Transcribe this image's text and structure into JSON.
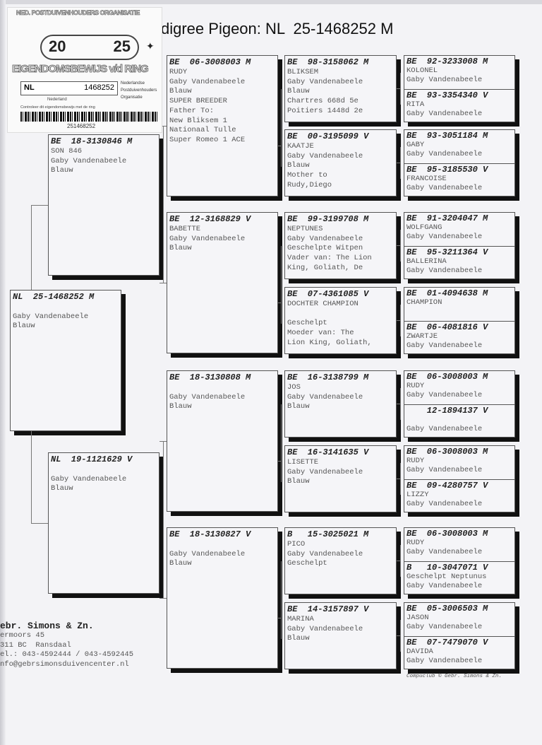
{
  "title": "digree Pigeon: NL  25-1468252 M",
  "sticker": {
    "org": "NED. POSTDUIVENHOUDERS ORGANISATIE",
    "year_left": "20",
    "year_right": "25",
    "heading": "EIGENDOMSBEWIJS v/d RING",
    "country": "NL",
    "ring_number": "1468252",
    "land": "Nederland",
    "npo": [
      "Nederlandse",
      "Postduivenhouders",
      "Organisatie"
    ],
    "control_text": "Controleer dit eigendomsbewijs met de ring",
    "barcode_number": "251468252"
  },
  "subject": {
    "hdr": "NL  25-1468252 M",
    "lines": [
      "",
      "Gaby Vandenabeele",
      "Blauw"
    ]
  },
  "parents": [
    {
      "hdr": "BE  18-3130846 M",
      "lines": [
        "SON 846",
        "Gaby Vandenabeele",
        "Blauw"
      ]
    },
    {
      "hdr": "NL  19-1121629 V",
      "lines": [
        "",
        "Gaby Vandenabeele",
        "Blauw"
      ]
    }
  ],
  "grandparents": [
    {
      "hdr": "BE  06-3008003 M",
      "lines": [
        "RUDY",
        "Gaby Vandenabeele",
        "Blauw",
        "SUPER BREEDER",
        "Father To:",
        "New Bliksem 1",
        "Nationaal Tulle",
        "Super Romeo 1 ACE"
      ]
    },
    {
      "hdr": "BE  12-3168829 V",
      "lines": [
        "BABETTE",
        "Gaby Vandenabeele",
        "Blauw"
      ]
    },
    {
      "hdr": "BE  18-3130808 M",
      "lines": [
        "",
        "Gaby Vandenabeele",
        "Blauw"
      ]
    },
    {
      "hdr": "BE  18-3130827 V",
      "lines": [
        "",
        "Gaby Vandenabeele",
        "Blauw"
      ]
    }
  ],
  "great_grandparents": [
    {
      "hdr": "BE  98-3158062 M",
      "lines": [
        "BLIKSEM",
        "Gaby Vandenabeele",
        "Blauw",
        "Chartres 668d 5e",
        "Poitiers 1448d 2e"
      ]
    },
    {
      "hdr": "BE  00-3195099 V",
      "lines": [
        "KAATJE",
        "Gaby Vandenabeele",
        "Blauw",
        "Mother to",
        "Rudy,Diego"
      ]
    },
    {
      "hdr": "BE  99-3199708 M",
      "lines": [
        "NEPTUNES",
        "Gaby Vandenabeele",
        "Geschelpte Witpen",
        "Vader van: The Lion",
        "King, Goliath, De"
      ]
    },
    {
      "hdr": "BE  07-4361085 V",
      "lines": [
        "DOCHTER CHAMPION",
        "",
        "Geschelpt",
        "Moeder van: The",
        "Lion King, Goliath,"
      ]
    },
    {
      "hdr": "BE  16-3138799 M",
      "lines": [
        "JOS",
        "Gaby Vandenabeele",
        "Blauw"
      ]
    },
    {
      "hdr": "BE  16-3141635 V",
      "lines": [
        "LISETTE",
        "Gaby Vandenabeele",
        "Blauw"
      ]
    },
    {
      "hdr": "B   15-3025021 M",
      "lines": [
        "PICO",
        "Gaby Vandenabeele",
        "Geschelpt"
      ]
    },
    {
      "hdr": "BE  14-3157897 V",
      "lines": [
        "MARINA",
        "Gaby Vandenabeele",
        "Blauw"
      ]
    }
  ],
  "gen4": [
    {
      "hdr": "BE  92-3233008 M",
      "lines": [
        "KOLONEL",
        "Gaby Vandenabeele"
      ]
    },
    {
      "hdr": "BE  93-3354340 V",
      "lines": [
        "RITA",
        "Gaby Vandenabeele"
      ]
    },
    {
      "hdr": "BE  93-3051184 M",
      "lines": [
        "GABY",
        "Gaby Vandenabeele"
      ]
    },
    {
      "hdr": "BE  95-3185530 V",
      "lines": [
        "FRANCOISE",
        "Gaby Vandenabeele"
      ]
    },
    {
      "hdr": "BE  91-3204047 M",
      "lines": [
        "WOLFGANG",
        "Gaby Vandenabeele"
      ]
    },
    {
      "hdr": "BE  95-3211364 V",
      "lines": [
        "BALLERINA",
        "Gaby Vandenabeele"
      ]
    },
    {
      "hdr": "BE  01-4094638 M",
      "lines": [
        "CHAMPION",
        ""
      ]
    },
    {
      "hdr": "BE  06-4081816 V",
      "lines": [
        "ZWARTJE",
        "Gaby Vandenabeele"
      ]
    },
    {
      "hdr": "BE  06-3008003 M",
      "lines": [
        "RUDY",
        "Gaby Vandenabeele"
      ]
    },
    {
      "hdr": "    12-1894137 V",
      "lines": [
        "",
        "Gaby Vandenabeele"
      ]
    },
    {
      "hdr": "BE  06-3008003 M",
      "lines": [
        "RUDY",
        "Gaby Vandenabeele"
      ]
    },
    {
      "hdr": "BE  09-4280757 V",
      "lines": [
        "LIZZY",
        "Gaby Vandenabeele"
      ]
    },
    {
      "hdr": "BE  06-3008003 M",
      "lines": [
        "RUDY",
        "Gaby Vandenabeele"
      ]
    },
    {
      "hdr": "B   10-3047071 V",
      "lines": [
        "Geschelpt Neptunus",
        "Gaby Vandenabeele"
      ]
    },
    {
      "hdr": "BE  05-3006503 M",
      "lines": [
        "JASON",
        "Gaby Vandenabeele"
      ]
    },
    {
      "hdr": "BE  07-7479070 V",
      "lines": [
        "DAVIDA",
        "Gaby Vandenabeele"
      ]
    }
  ],
  "company": {
    "name": "ebr. Simons & Zn.",
    "lines": [
      "ermoors 45",
      "311 BC  Ransdaal",
      "el.: 043-4592444 / 043-4592445",
      "nfo@gebrsimonsduivencenter.nl"
    ]
  },
  "footer": "Compuclub © Gebr. Simons & Zn."
}
